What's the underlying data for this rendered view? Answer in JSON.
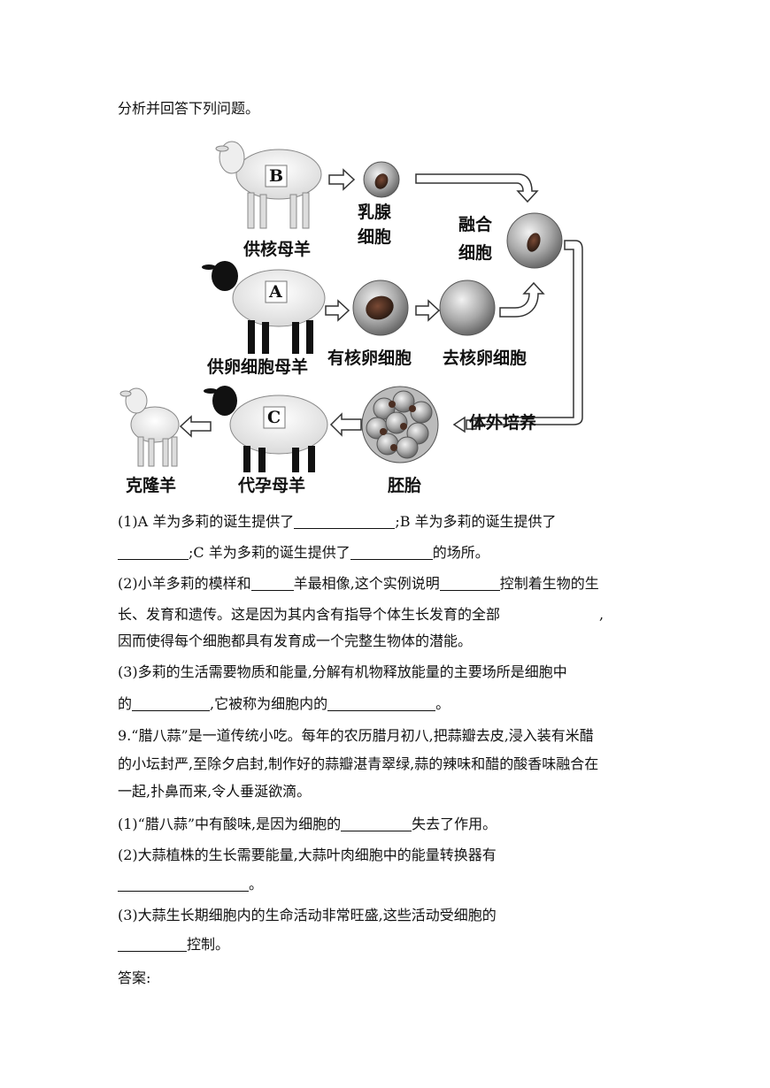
{
  "intro": "分析并回答下列问题。",
  "figure": {
    "sheep_b_letter": "B",
    "sheep_a_letter": "A",
    "sheep_c_letter": "C",
    "label_nucleus_donor": "供核母羊",
    "label_mammary_1": "乳腺",
    "label_mammary_2": "细胞",
    "label_fused_1": "融合",
    "label_fused_2": "细胞",
    "label_egg_donor": "供卵细胞母羊",
    "label_nucleated_egg": "有核卵细胞",
    "label_enucleated_egg": "去核卵细胞",
    "label_culture": "体外培养",
    "label_clone": "克隆羊",
    "label_surrogate": "代孕母羊",
    "label_embryo": "胚胎"
  },
  "q1": {
    "a": "(1)A 羊为多莉的诞生提供了",
    "b": ";B 羊为多莉的诞生提供了",
    "c": ";C 羊为多莉的诞生提供了",
    "d": "的场所。"
  },
  "q2": {
    "a": "(2)小羊多莉的模样和",
    "b": "羊最相像,这个实例说明",
    "c": "控制着生物的生",
    "d": "长、发育和遗传。这是因为其内含有指导个体生长发育的全部",
    "e": ",",
    "f": "因而使得每个细胞都具有发育成一个完整生物体的潜能。"
  },
  "q3": {
    "a": "(3)多莉的生活需要物质和能量,分解有机物释放能量的主要场所是细胞中",
    "b": "的",
    "c": ",它被称为细胞内的",
    "d": "。"
  },
  "p9": {
    "l1": "9.“腊八蒜”是一道传统小吃。每年的农历腊月初八,把蒜瓣去皮,浸入装有米醋",
    "l2": "的小坛封严,至除夕启封,制作好的蒜瓣湛青翠绿,蒜的辣味和醋的酸香味融合在",
    "l3": "一起,扑鼻而来,令人垂涎欲滴。",
    "s1a": "(1)“腊八蒜”中有酸味,是因为细胞的",
    "s1b": "失去了作用。",
    "s2a": "(2)大蒜植株的生长需要能量,大蒜叶肉细胞中的能量转换器有",
    "s2b": "。",
    "s3a": "(3)大蒜生长期细胞内的生命活动非常旺盛,这些活动受细胞的",
    "s3b": "控制。"
  },
  "answer": "答案:"
}
